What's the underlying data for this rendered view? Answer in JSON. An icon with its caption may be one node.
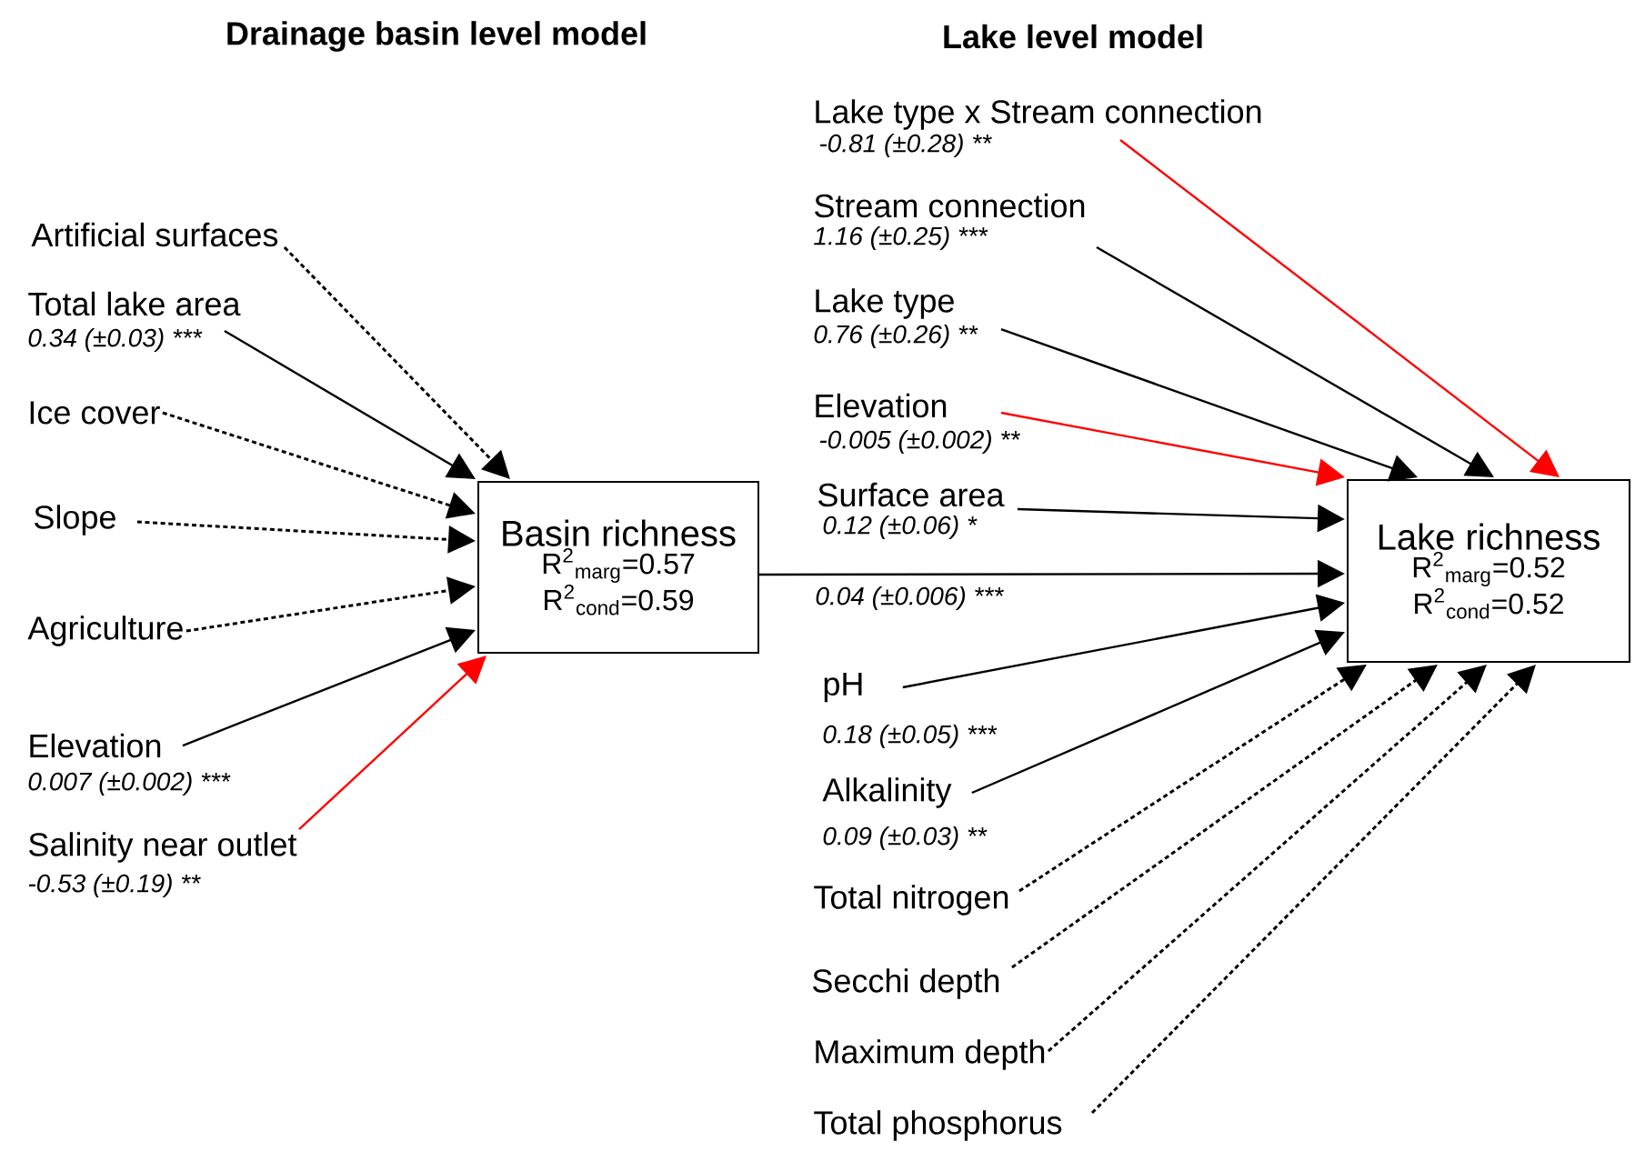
{
  "diagram": {
    "nodes": [
      {
        "text": [
          "Artificial surfaces"
        ]
      },
      {
        "text": [
          "Total lake area"
        ],
        "beside": [
          "0.34 (±0.03) ***"
        ]
      },
      {
        "text": [
          "Ice cover"
        ]
      },
      {
        "text": [
          "Slope"
        ]
      },
      {
        "text": [
          "Agriculture"
        ]
      },
      {
        "text": [
          "Elevation"
        ],
        "beside": [
          "0.007 (±0.002) ***"
        ]
      },
      {
        "text": [
          "Salinity near outlet"
        ],
        "beside": [
          "-0.53 (±0.19) **"
        ]
      },
      {
        "text": [
          "Basin richness",
          "R$^{2}$$_{marg}$=0.57",
          "R$^{2}$$_{cond}$=0.59"
        ]
      },
      {
        "text": [
          "Lake type x Stream connection"
        ],
        "beside": [
          "-0.81 (±0.28) **"
        ]
      },
      {
        "text": [
          "Stream connection"
        ],
        "beside": [
          "1.16 (±0.25) ***"
        ]
      },
      {
        "text": [
          "Lake type"
        ],
        "beside": [
          "0.76 (±0.26) **"
        ]
      },
      {
        "text": [
          "Elevation"
        ],
        "beside": [
          "-0.005 (±0.002) **"
        ]
      },
      {
        "text": [
          "Surface area"
        ],
        "beside": [
          "0.12 (±0.06) *"
        ]
      },
      {
        "text": [
          "pH"
        ],
        "beside": [
          "0.18 (±0.05) ***"
        ]
      },
      {
        "text": [
          "Alkalinity"
        ],
        "beside": [
          "0.09 (±0.03) **"
        ]
      },
      {
        "text": [
          "Total nitrogen"
        ]
      },
      {
        "text": [
          "Secchi depth"
        ]
      },
      {
        "text": [
          "Maximum depth"
        ]
      },
      {
        "text": [
          "Total phosphorus"
        ]
      },
      {
        "text": [
          "Lake richness",
          "R$^{2}$$_{marg}$=0.52",
          "R$^{2}$$_{cond}$=0.52"
        ]
      }
    ],
    "edges": [
      {
        "from": 0,
        "to": 7,
        "arrow": "to",
        "style": "dashed"
      },
      {
        "from": 1,
        "to": 7,
        "arrow": "to"
      },
      {
        "from": 2,
        "to": 7,
        "arrow": "to",
        "style": "dashed"
      },
      {
        "from": 3,
        "to": 7,
        "arrow": "to",
        "style": "dashed"
      },
      {
        "from": 4,
        "to": 7,
        "arrow": "to",
        "style": "dashed"
      },
      {
        "from": 5,
        "to": 7,
        "arrow": "to"
      },
      {
        "from": 6,
        "to": 7,
        "arrow": "to",
        "color": "#ff0000"
      },
      {
        "from": 7,
        "to": 19,
        "arrow": "to",
        "label": "0.04 (±0.006) ***"
      },
      {
        "from": 8,
        "to": 19,
        "arrow": "to",
        "color": "#ff0000"
      },
      {
        "from": 9,
        "to": 19,
        "arrow": "to"
      },
      {
        "from": 10,
        "to": 19,
        "arrow": "to"
      },
      {
        "from": 11,
        "to": 19,
        "arrow": "to",
        "color": "#ff0000"
      },
      {
        "from": 12,
        "to": 19,
        "arrow": "to"
      },
      {
        "from": 13,
        "to": 19,
        "arrow": "to"
      },
      {
        "from": 14,
        "to": 19,
        "arrow": "to"
      },
      {
        "from": 15,
        "to": 19,
        "arrow": "to",
        "style": "dashed"
      },
      {
        "from": 16,
        "to": 19,
        "arrow": "to",
        "style": "dashed"
      },
      {
        "from": 17,
        "to": 19,
        "arrow": "to",
        "style": "dashed"
      },
      {
        "from": 18,
        "to": 19,
        "arrow": "to",
        "style": "dashed"
      }
    ],
    "labels": [
      "Drainage basin level model",
      "Lake level model"
    ]
  }
}
